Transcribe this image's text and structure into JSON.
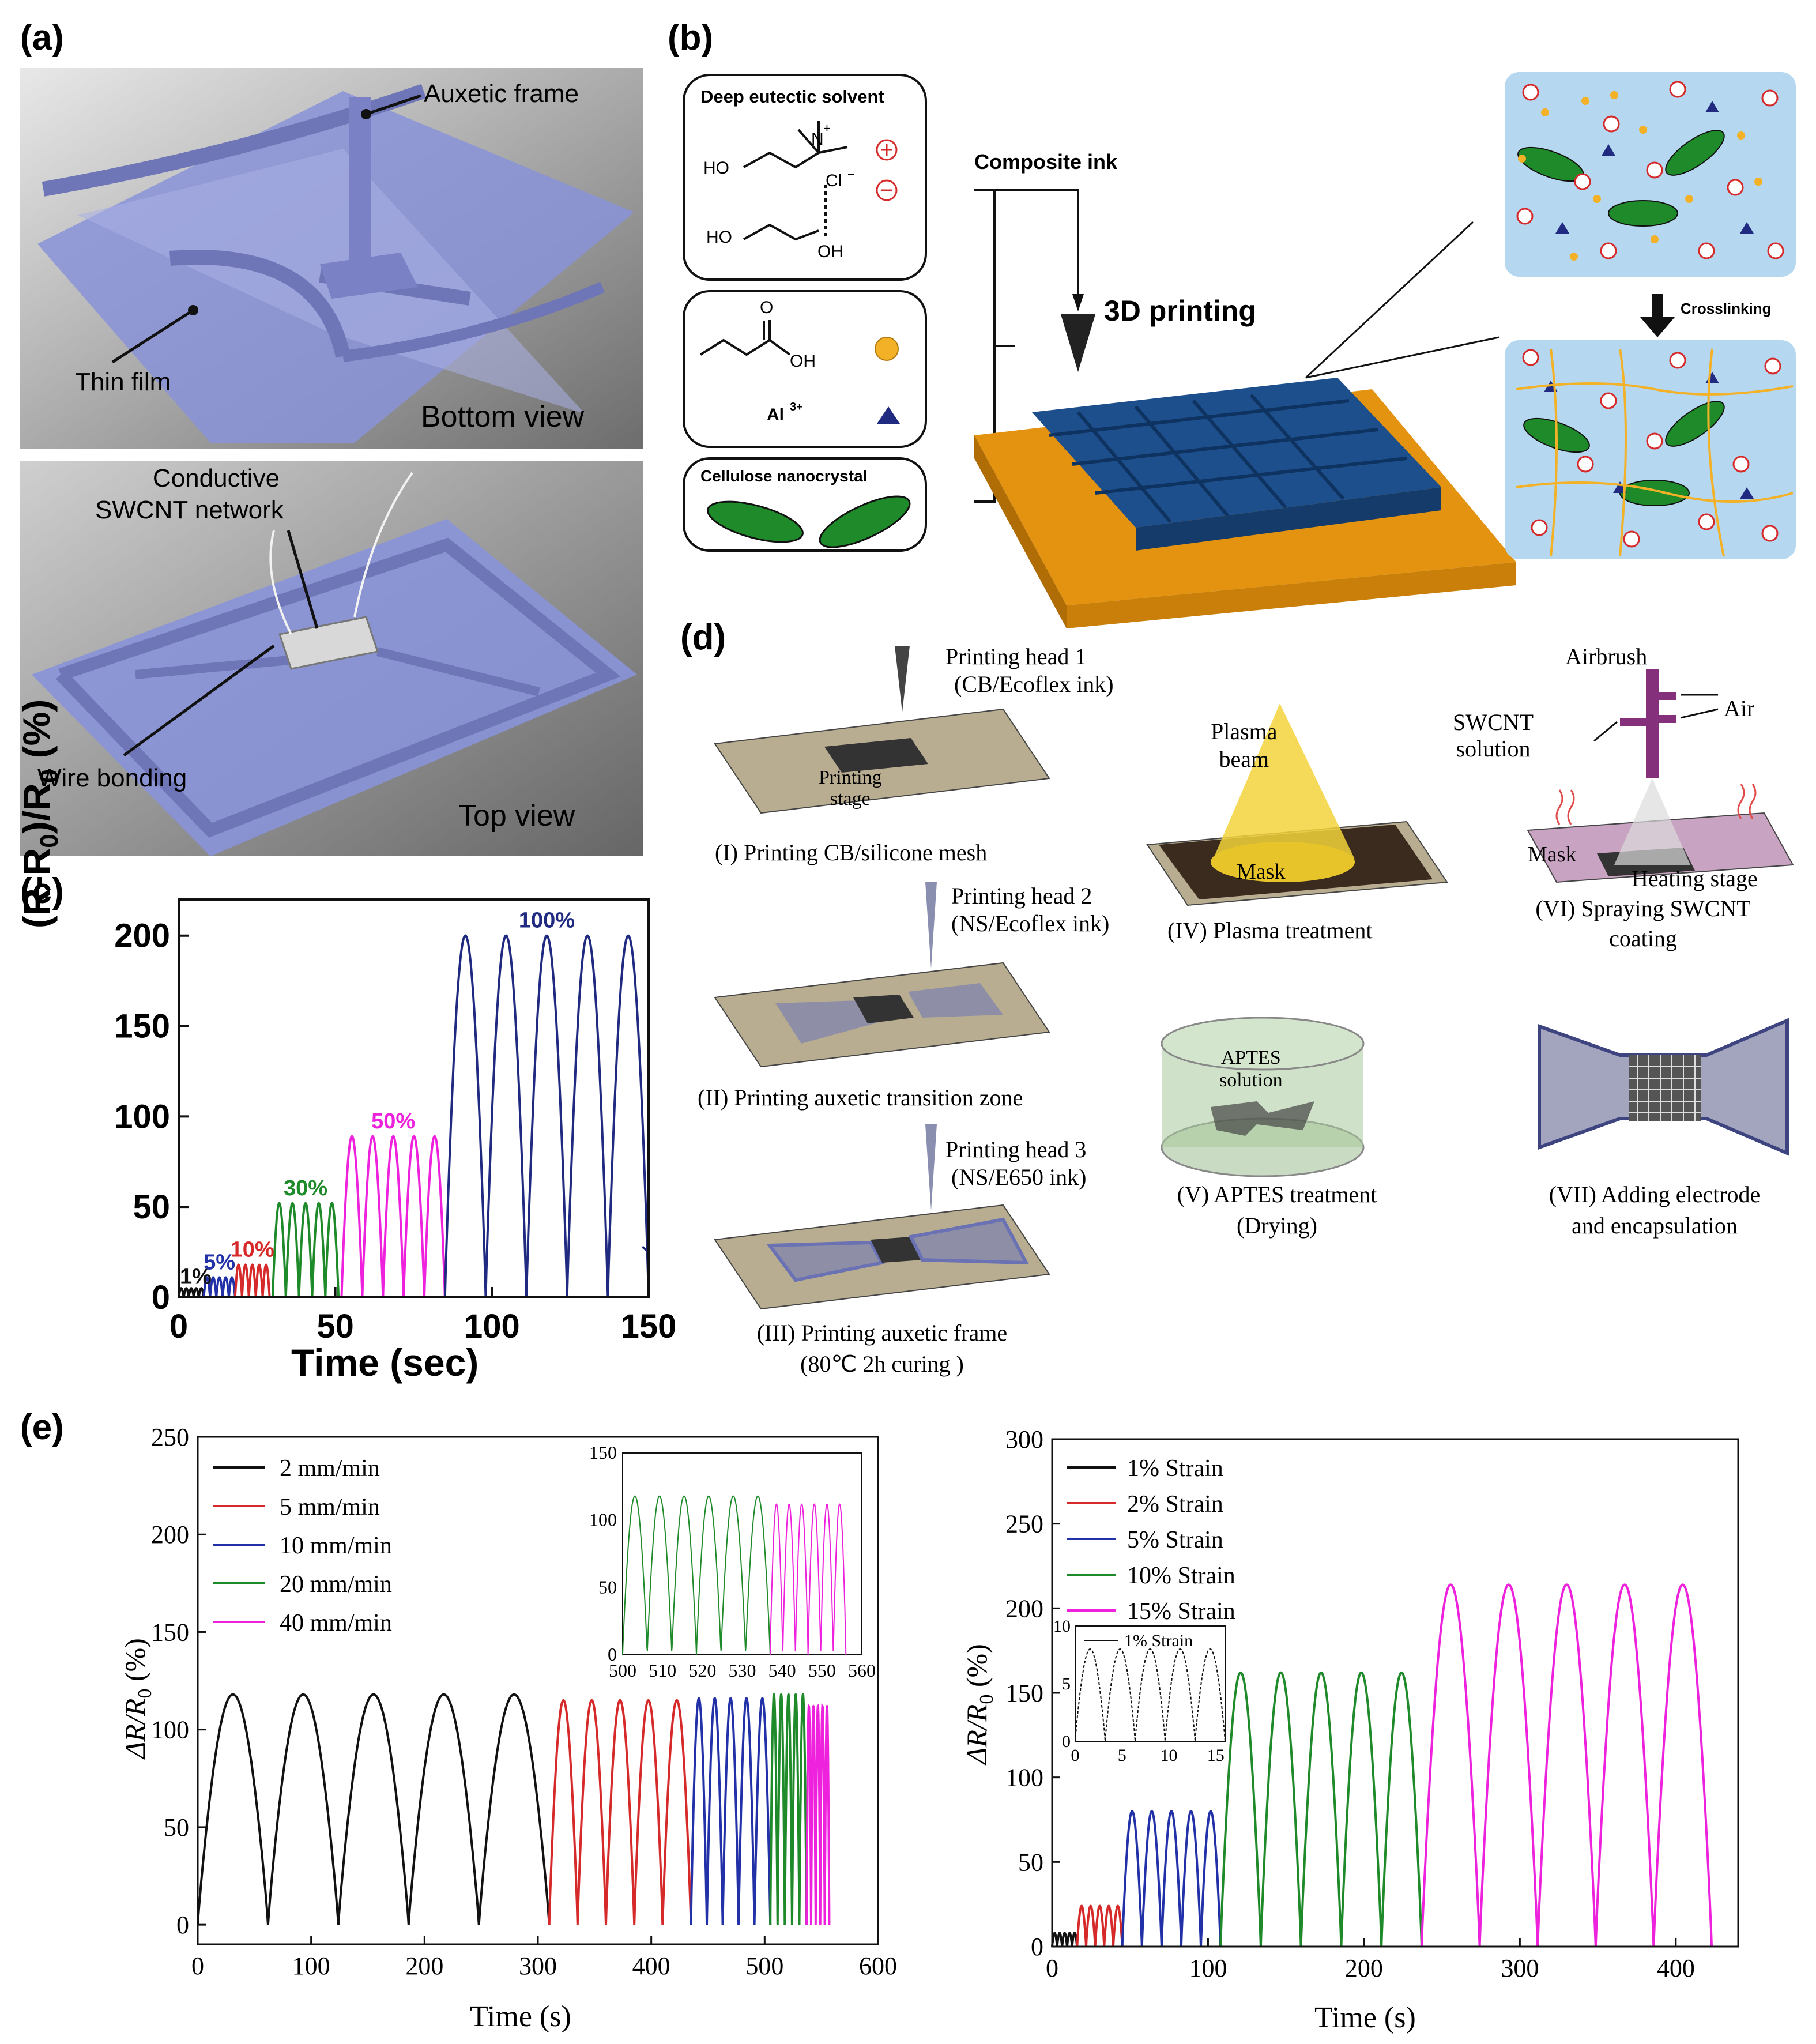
{
  "panels": {
    "a": {
      "label": "(a)",
      "bottom": {
        "callouts": [
          "Auxetic frame",
          "Thin film"
        ],
        "view": "Bottom view"
      },
      "top": {
        "callout_1a": "Conductive",
        "callout_1b": "SWCNT network",
        "callout_2": "Wire bonding",
        "view": "Top view"
      }
    },
    "b": {
      "label": "(b)",
      "box1_title": "Deep eutectic solvent",
      "chem": {
        "ho1": "HO",
        "nplus": "N",
        "plus": "+",
        "cl": "Cl",
        "minus": "−",
        "ho2": "HO",
        "oh2": "OH",
        "o": "O",
        "oh3": "OH",
        "al": "Al",
        "al_sup": "3+"
      },
      "box3_title": "Cellulose nanocrystal",
      "cnc": "CNC",
      "composite_ink": "Composite ink",
      "printing": "3D printing",
      "crosslinking": "Crosslinking"
    },
    "c": {
      "label": "(c)",
      "ylabel_parts": [
        "(R-R",
        "0",
        ")/R",
        "0",
        " (%)"
      ],
      "xlabel": "Time (sec)"
    },
    "d": {
      "label": "(d)",
      "ph1": [
        "Printing head 1",
        "(CB/Ecoflex ink)"
      ],
      "stage": [
        "Printing",
        "stage"
      ],
      "cap1": "(I) Printing CB/silicone mesh",
      "ph2": [
        "Printing head 2",
        "(NS/Ecoflex ink)"
      ],
      "cap2": "(II) Printing auxetic transition zone",
      "ph3": [
        "Printing head 3",
        "(NS/E650 ink)"
      ],
      "cap3": [
        "(III) Printing auxetic frame",
        "(80℃ 2h curing )"
      ],
      "plasma": [
        "Plasma",
        "beam"
      ],
      "mask": "Mask",
      "cap4": "(IV) Plasma treatment",
      "airbrush": "Airbrush",
      "air": "Air",
      "swcnt": [
        "SWCNT",
        "solution"
      ],
      "mask2": "Mask",
      "heating": "Heating stage",
      "cap6": [
        "(VI) Spraying SWCNT",
        "coating"
      ],
      "aptes": [
        "APTES",
        "solution"
      ],
      "cap5": [
        "(V) APTES treatment",
        "(Drying)"
      ],
      "cap7": [
        "(VII) Adding electrode",
        "and encapsulation"
      ]
    },
    "e": {
      "label": "(e)",
      "ylabel_left": "ΔR/R",
      "ylabel_sub": "0",
      "ylabel_unit": " (%)",
      "xlabel": "Time (s)",
      "inset_right_label": "1% Strain"
    }
  },
  "colors": {
    "black": "#111111",
    "red": "#d62a2a",
    "blue": "#2231a8",
    "green": "#1f8a2a",
    "magenta": "#ee22dd",
    "navy": "#1f2a80",
    "orange": "#e38f1c",
    "film": "#8a93d8"
  },
  "chart_data": [
    {
      "id": "c",
      "type": "line",
      "xlabel": "Time (sec)",
      "ylabel": "(R-R0)/R0 (%)",
      "xlim": [
        0,
        150
      ],
      "ylim": [
        0,
        220
      ],
      "xticks": [
        0,
        50,
        100,
        150
      ],
      "yticks": [
        0,
        50,
        100,
        150,
        200
      ],
      "series": [
        {
          "name": "1%",
          "color": "black",
          "t_start": 0,
          "t_end": 8,
          "peak": 5,
          "cycles": 5
        },
        {
          "name": "5%",
          "color": "blue",
          "t_start": 8,
          "t_end": 18,
          "peak": 11,
          "cycles": 5
        },
        {
          "name": "10%",
          "color": "red",
          "t_start": 18,
          "t_end": 29,
          "peak": 18,
          "cycles": 5
        },
        {
          "name": "30%",
          "color": "green",
          "t_start": 30,
          "t_end": 51,
          "peak": 52,
          "cycles": 5
        },
        {
          "name": "50%",
          "color": "magenta",
          "t_start": 52,
          "t_end": 85,
          "peak": 89,
          "cycles": 5
        },
        {
          "name": "100%",
          "color": "navy",
          "t_start": 85,
          "t_end": 150,
          "peak": 200,
          "cycles": 5
        }
      ]
    },
    {
      "id": "e-left",
      "type": "line",
      "xlabel": "Time (s)",
      "ylabel": "ΔR/R0 (%)",
      "xlim": [
        0,
        600
      ],
      "ylim": [
        -10,
        250
      ],
      "xticks": [
        0,
        100,
        200,
        300,
        400,
        500,
        600
      ],
      "yticks": [
        0,
        50,
        100,
        150,
        200,
        250
      ],
      "series": [
        {
          "name": "2 mm/min",
          "color": "black",
          "t_start": 0,
          "t_end": 310,
          "peak": 118,
          "cycles": 5
        },
        {
          "name": "5 mm/min",
          "color": "red",
          "t_start": 310,
          "t_end": 435,
          "peak": 115,
          "cycles": 5
        },
        {
          "name": "10 mm/min",
          "color": "blue",
          "t_start": 435,
          "t_end": 505,
          "peak": 116,
          "cycles": 5
        },
        {
          "name": "20 mm/min",
          "color": "green",
          "t_start": 505,
          "t_end": 537,
          "peak": 118,
          "cycles": 5
        },
        {
          "name": "40 mm/min",
          "color": "magenta",
          "t_start": 537,
          "t_end": 557,
          "peak": 112,
          "cycles": 5
        }
      ],
      "inset": {
        "xlim": [
          500,
          560
        ],
        "ylim": [
          0,
          150
        ],
        "xticks": [
          500,
          510,
          520,
          530,
          540,
          550,
          560
        ],
        "yticks": [
          0,
          50,
          100,
          150
        ]
      }
    },
    {
      "id": "e-right",
      "type": "line",
      "xlabel": "Time (s)",
      "ylabel": "ΔR/R0 (%)",
      "xlim": [
        0,
        440
      ],
      "ylim": [
        0,
        300
      ],
      "xticks": [
        0,
        100,
        200,
        300,
        400
      ],
      "yticks": [
        0,
        50,
        100,
        150,
        200,
        250,
        300
      ],
      "series": [
        {
          "name": "1% Strain",
          "color": "black",
          "t_start": 0,
          "t_end": 16,
          "peak": 8,
          "cycles": 5
        },
        {
          "name": "2% Strain",
          "color": "red",
          "t_start": 16,
          "t_end": 45,
          "peak": 24,
          "cycles": 5
        },
        {
          "name": "5% Strain",
          "color": "blue",
          "t_start": 45,
          "t_end": 108,
          "peak": 80,
          "cycles": 5
        },
        {
          "name": "10% Strain",
          "color": "green",
          "t_start": 108,
          "t_end": 237,
          "peak": 162,
          "cycles": 5
        },
        {
          "name": "15% Strain",
          "color": "magenta",
          "t_start": 237,
          "t_end": 423,
          "peak": 214,
          "cycles": 5
        }
      ],
      "inset": {
        "xlim": [
          0,
          16
        ],
        "ylim": [
          0,
          10
        ],
        "xticks": [
          0,
          5,
          10,
          15
        ],
        "yticks": [
          0,
          5,
          10
        ]
      }
    }
  ]
}
